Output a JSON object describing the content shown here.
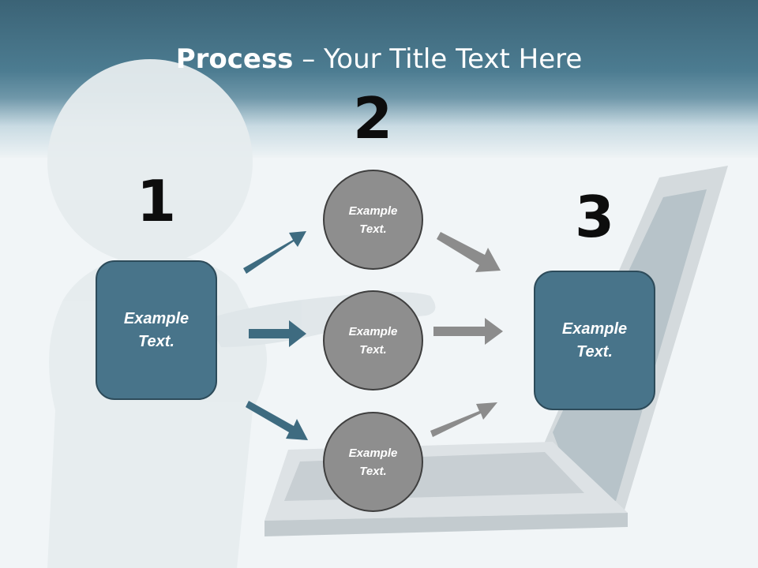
{
  "title": {
    "bold": "Process",
    "rest": " – Your Title Text Here"
  },
  "steps": [
    {
      "number": "1",
      "box_text": [
        "Example",
        "Text."
      ]
    },
    {
      "number": "2",
      "circles": [
        [
          "Example",
          "Text."
        ],
        [
          "Example",
          "Text."
        ],
        [
          "Example",
          "Text."
        ]
      ]
    },
    {
      "number": "3",
      "box_text": [
        "Example",
        "Text."
      ]
    }
  ],
  "colors": {
    "header": "#4c7c91",
    "box": "#48748a",
    "circle": "#8e8e8e",
    "arrow_blue": "#3e6b80",
    "arrow_gray": "#8c8c8c"
  }
}
